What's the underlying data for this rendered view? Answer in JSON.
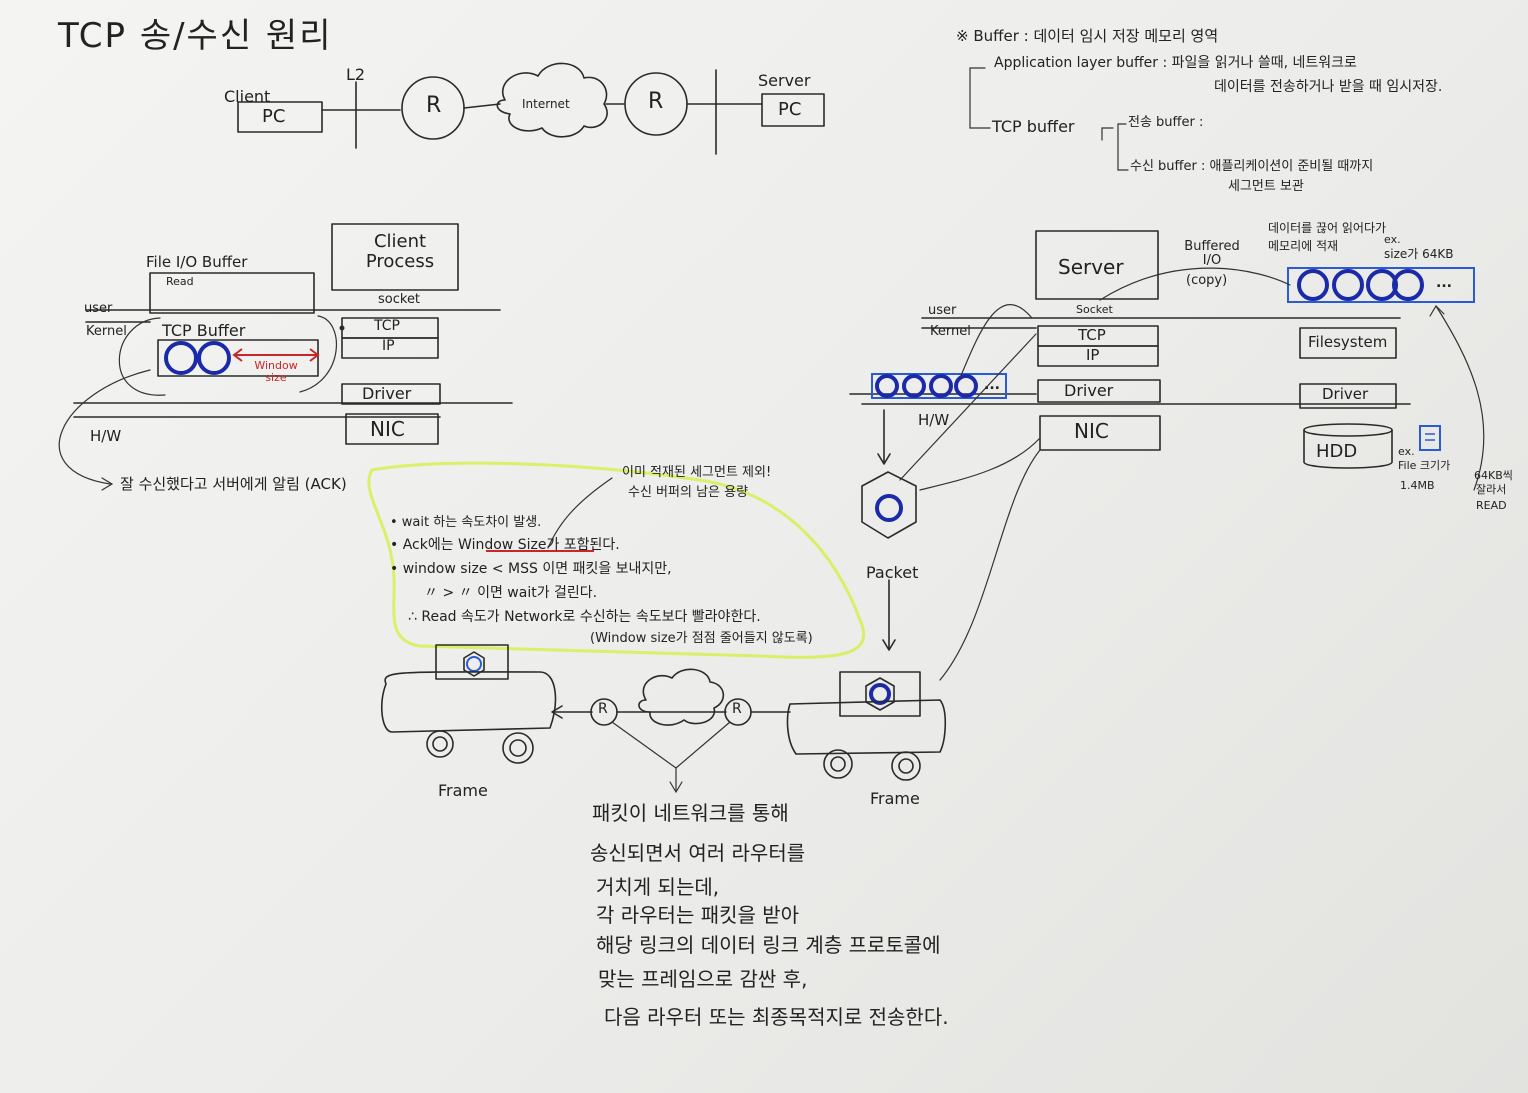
{
  "title": "TCP 송/수신 원리",
  "topology": {
    "client_label": "Client",
    "client_pc": "PC",
    "l2_label": "L2",
    "router_left": "R",
    "internet": "Internet",
    "router_right": "R",
    "server_label": "Server",
    "server_pc": "PC"
  },
  "buffer_notes": {
    "heading": "※ Buffer : 데이터 임시 저장 메모리 영역",
    "app_buffer": "Application layer buffer : 파일을 읽거나 쓸때, 네트워크로",
    "app_buffer_2": "데이터를 전송하거나 받을 때 임시저장.",
    "tcp_buffer": "TCP buffer",
    "send_buffer": "전송 buffer :",
    "recv_buffer": "수신 buffer : 애플리케이션이 준비될 때까지",
    "recv_buffer_2": "세그먼트 보관"
  },
  "client_side": {
    "file_io_buffer": "File I/O Buffer",
    "read": "Read",
    "client_process": "Client Process",
    "socket": "socket",
    "user": "user",
    "kernel": "Kernel",
    "tcp_buffer": "TCP Buffer",
    "window_size": "Window size",
    "tcp": "TCP",
    "ip": "IP",
    "driver": "Driver",
    "hw": "H/W",
    "nic": "NIC",
    "ack_note": "잘 수신했다고 서버에게 알림 (ACK)"
  },
  "server_side": {
    "server": "Server",
    "socket": "Socket",
    "buffered_io": "Buffered I/O",
    "copy": "(copy)",
    "memory_note_1": "데이터를 끊어 읽어다가",
    "memory_note_2": "메모리에 적재",
    "size_note_1": "ex.",
    "size_note_2": "size가 64KB",
    "buffer_dots": "...",
    "user": "user",
    "kernel": "Kernel",
    "tcp": "TCP",
    "ip": "IP",
    "driver": "Driver",
    "hw": "H/W",
    "nic": "NIC",
    "filesystem": "Filesystem",
    "fs_driver": "Driver",
    "hdd": "HDD",
    "file_note_1": "ex.",
    "file_note_2": "File 크기가",
    "file_note_3": "1.4MB",
    "read_note_1": "64KB씩",
    "read_note_2": "잘라서",
    "read_note_3": "READ",
    "packet": "Packet"
  },
  "notes": {
    "remaining_1": "이미 적재된 세그먼트 제외!",
    "remaining_2": "수신 버퍼의 남은 용량",
    "bullet_1": "• wait 하는 속도차이 발생.",
    "bullet_2": "• Ack에는 Window Size가 포함된다.",
    "bullet_3": "• window size < MSS 이면 패킷을 보내지만,",
    "bullet_4": "〃 > 〃 이면 wait가 걸린다.",
    "conclusion": "∴ Read 속도가 Network로 수신하는 속도보다 빨라야한다.",
    "conclusion_2": "(Window size가 점점 줄어들지 않도록)"
  },
  "network": {
    "router_a": "R",
    "router_b": "R",
    "frame_left": "Frame",
    "frame_right": "Frame"
  },
  "bottom_text": [
    "패킷이 네트워크를 통해",
    "송신되면서 여러 라우터를",
    "거치게 되는데,",
    "각 라우터는 패킷을 받아",
    "해당 링크의 데이터 링크 계층 프로토콜에",
    "맞는 프레임으로 감싼 후,",
    "다음 라우터 또는 최종목적지로 전송한다."
  ],
  "colors": {
    "ink": "#2a2a2a",
    "blue": "#1a2aa8",
    "red": "#c8262a",
    "highlight": "#d6ef5a"
  }
}
